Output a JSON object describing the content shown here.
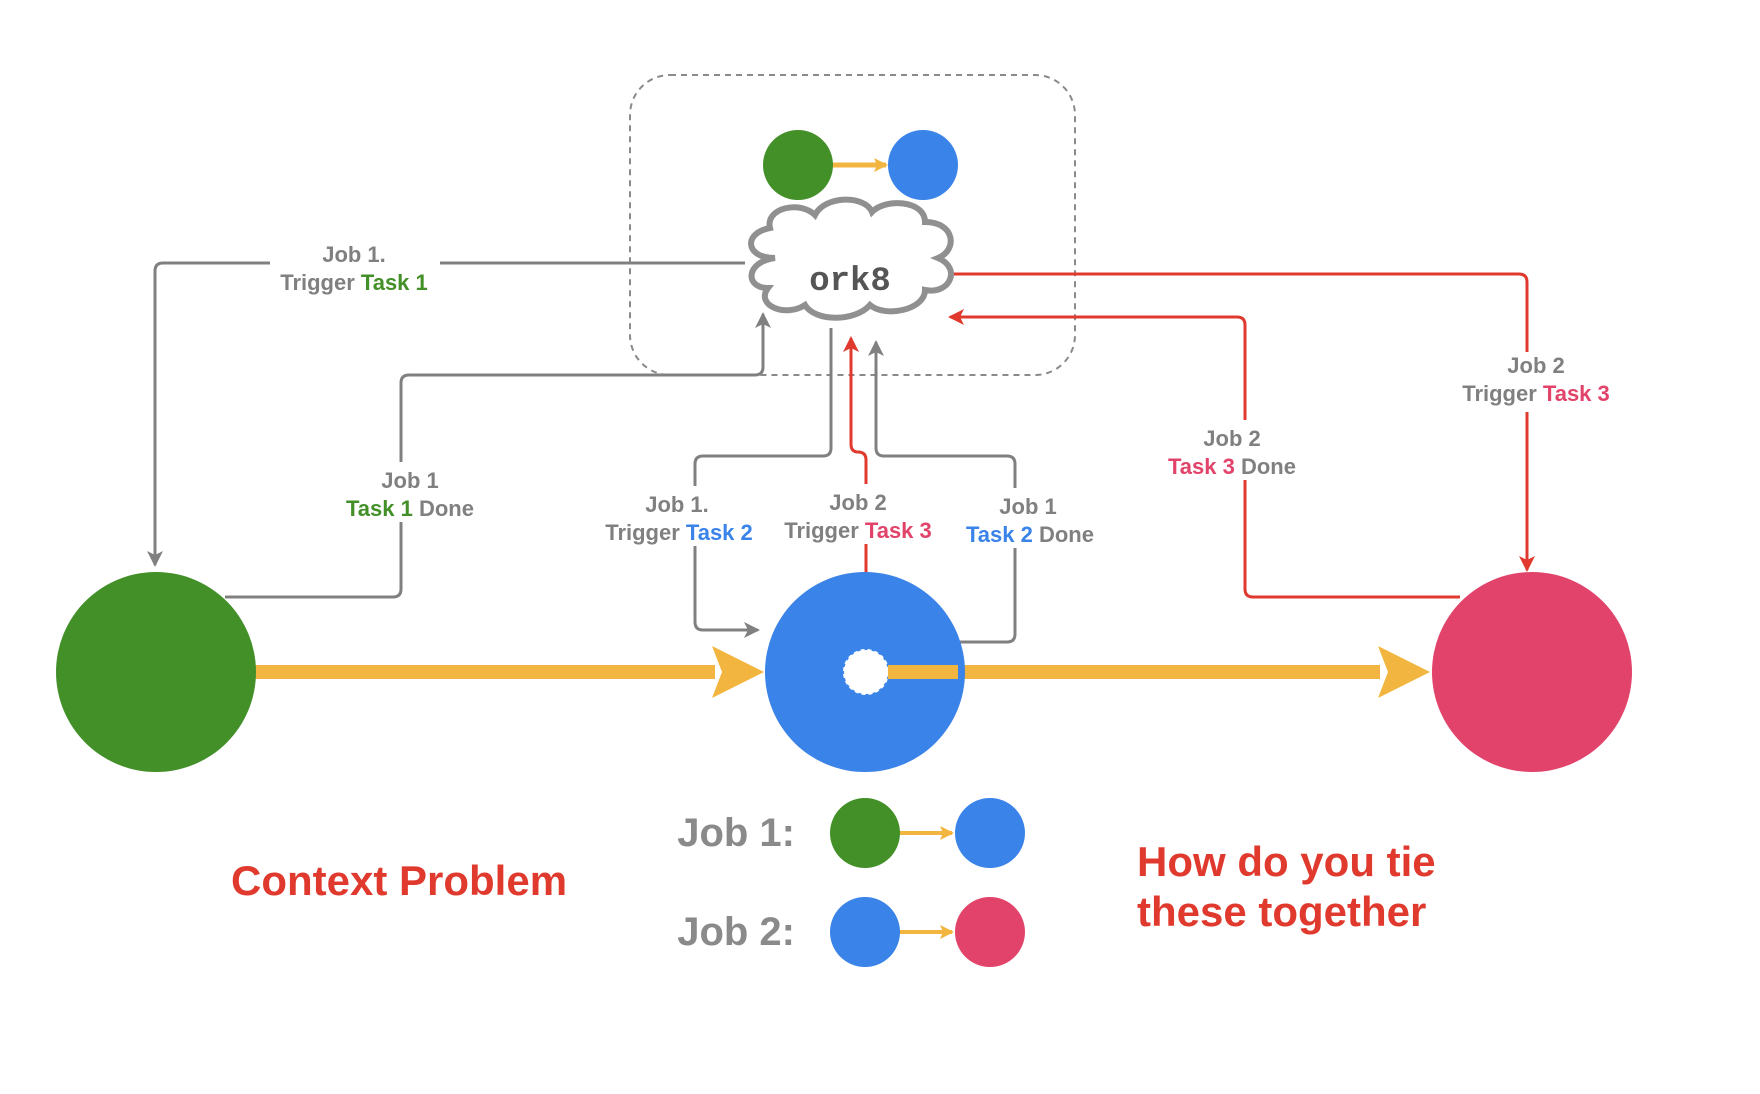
{
  "colors": {
    "green": "#439029",
    "blue": "#3a83e8",
    "pink": "#e2436a",
    "yellow": "#f2b53f",
    "gray": "#808080",
    "red": "#e03a2f"
  },
  "orchestrator": {
    "label": "ork8",
    "icon": "cloud-icon"
  },
  "labels": {
    "job1_trigger_task1": {
      "line1": "Job 1.",
      "prefix": "Trigger ",
      "task": "Task 1"
    },
    "job1_task1_done": {
      "line1": "Job 1",
      "task": "Task 1",
      "suffix": " Done"
    },
    "job1_trigger_task2": {
      "line1": "Job 1.",
      "prefix": "Trigger ",
      "task": "Task 2"
    },
    "job2_trigger_task3_mid": {
      "line1": "Job 2",
      "prefix": "Trigger ",
      "task": "Task 3"
    },
    "job1_task2_done": {
      "line1": "Job 1",
      "task": "Task 2",
      "suffix": " Done"
    },
    "job2_task3_done": {
      "line1": "Job 2",
      "task": "Task 3",
      "suffix": " Done"
    },
    "job2_trigger_task3_right": {
      "line1": "Job 2",
      "prefix": "Trigger ",
      "task": "Task 3"
    }
  },
  "legend": {
    "job1": "Job 1:",
    "job2": "Job 2:"
  },
  "titles": {
    "context_problem": "Context Problem",
    "tie_line1": "How do you tie",
    "tie_line2": "these together"
  }
}
